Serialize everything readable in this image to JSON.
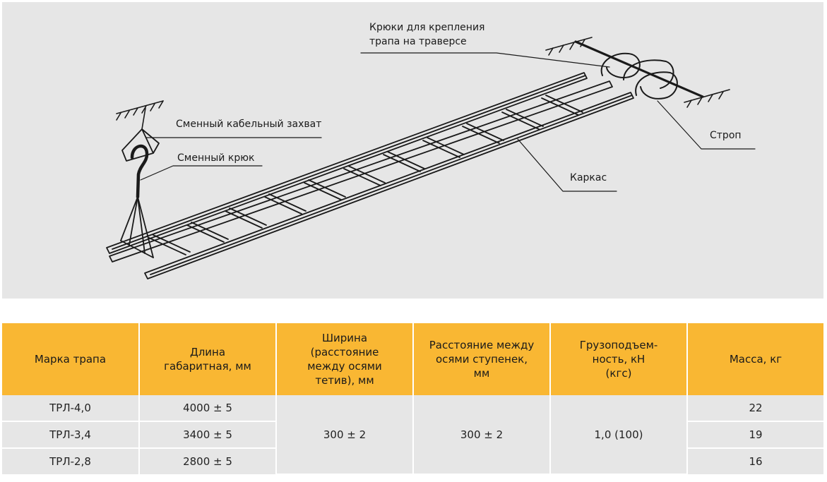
{
  "labels": {
    "hooks": "Крюки для крепления\nтрапа на траверсе",
    "cable_grip": "Сменный кабельный захват",
    "hook": "Сменный крюк",
    "sling": "Строп",
    "frame": "Каркас"
  },
  "table": {
    "headers": [
      "Марка трапа",
      "Длина\nгабаритная, мм",
      "Ширина\n(расстояние\nмежду осями\nтетив), мм",
      "Расстояние между\nосями ступенек,\nмм",
      "Грузоподъем-\nность, кН\n(кгс)",
      "Масса, кг"
    ],
    "rows": [
      {
        "model": "ТРЛ-4,0",
        "length": "4000 ± 5",
        "mass": "22"
      },
      {
        "model": "ТРЛ-3,4",
        "length": "3400 ± 5",
        "mass": "19"
      },
      {
        "model": "ТРЛ-2,8",
        "length": "2800 ± 5",
        "mass": "16"
      }
    ],
    "shared": {
      "width": "300 ± 2",
      "step": "300 ± 2",
      "capacity": "1,0 (100)"
    }
  }
}
